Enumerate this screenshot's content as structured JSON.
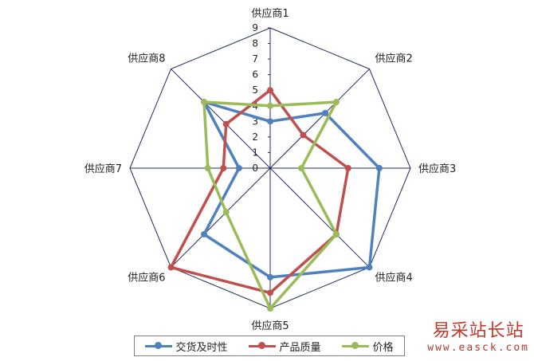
{
  "chart_data": {
    "type": "radar",
    "categories": [
      "供应商1",
      "供应商2",
      "供应商3",
      "供应商4",
      "供应商5",
      "供应商6",
      "供应商7",
      "供应商8"
    ],
    "rlim": [
      0,
      9
    ],
    "ticks": [
      "0",
      "1",
      "2",
      "3",
      "4",
      "5",
      "6",
      "7",
      "8",
      "9"
    ],
    "series": [
      {
        "name": "交货及时性",
        "color": "#4f81bd",
        "values": [
          3,
          5,
          7,
          9,
          7,
          6,
          2,
          6
        ]
      },
      {
        "name": "产品质量",
        "color": "#c0504d",
        "values": [
          5,
          3,
          5,
          6,
          8,
          9,
          3,
          4
        ]
      },
      {
        "name": "价格",
        "color": "#9bbb59",
        "values": [
          4,
          6,
          2,
          6,
          9,
          4,
          4,
          6
        ]
      }
    ],
    "legend_position": "bottom"
  },
  "watermark": {
    "title": "易采站长站",
    "url": "www.easck.com"
  }
}
